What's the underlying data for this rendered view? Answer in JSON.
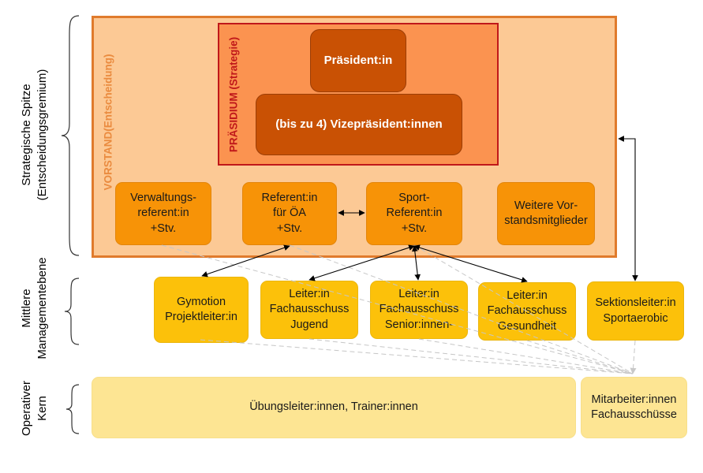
{
  "levels": {
    "strategic": "Strategische Spitze\n(Entscheidungsgremium)",
    "middle": "Mittlere\nManagementebene",
    "operative": "Operativer\nKern"
  },
  "vorstand": {
    "label": "VORSTAND(Entscheidung)"
  },
  "praesidium": {
    "label": "PRÄSIDIUM (Strategie)",
    "president": "Präsident:in",
    "vice_presidents": "(bis zu 4) Vizepräsident:innen"
  },
  "board_members": {
    "verwaltung": "Verwaltungs-\nreferent:in\n+Stv.",
    "oea": "Referent:in\nfür ÖA\n+Stv.",
    "sport": "Sport-\nReferent:in\n+Stv.",
    "weitere": "Weitere Vor-\nstandsmitglieder"
  },
  "middle_management": {
    "gymotion": "Gymotion\nProjektleiter:in",
    "jugend": "Leiter:in\nFachausschuss\nJugend",
    "senior": "Leiter:in\nFachausschuss\nSenior:innen-",
    "gesundheit": "Leiter:in\nFachausschuss\nGesundheit",
    "sektion": "Sektionsleiter:in\nSportaerobic"
  },
  "operative_core": {
    "uebungsleiter": "Übungsleiter:innen, Trainer:innen",
    "mitarbeiter": "Mitarbeiter:innen\nFachausschüsse"
  },
  "colors": {
    "vorstand_fill": "#fcc995",
    "vorstand_border": "#e07b2c",
    "praesidium_fill": "#fb9350",
    "praesidium_border": "#c0181a",
    "dark_box": "#c95104",
    "board_box": "#f79307",
    "middle_box": "#fcc10a",
    "operative_box": "#fde593"
  }
}
